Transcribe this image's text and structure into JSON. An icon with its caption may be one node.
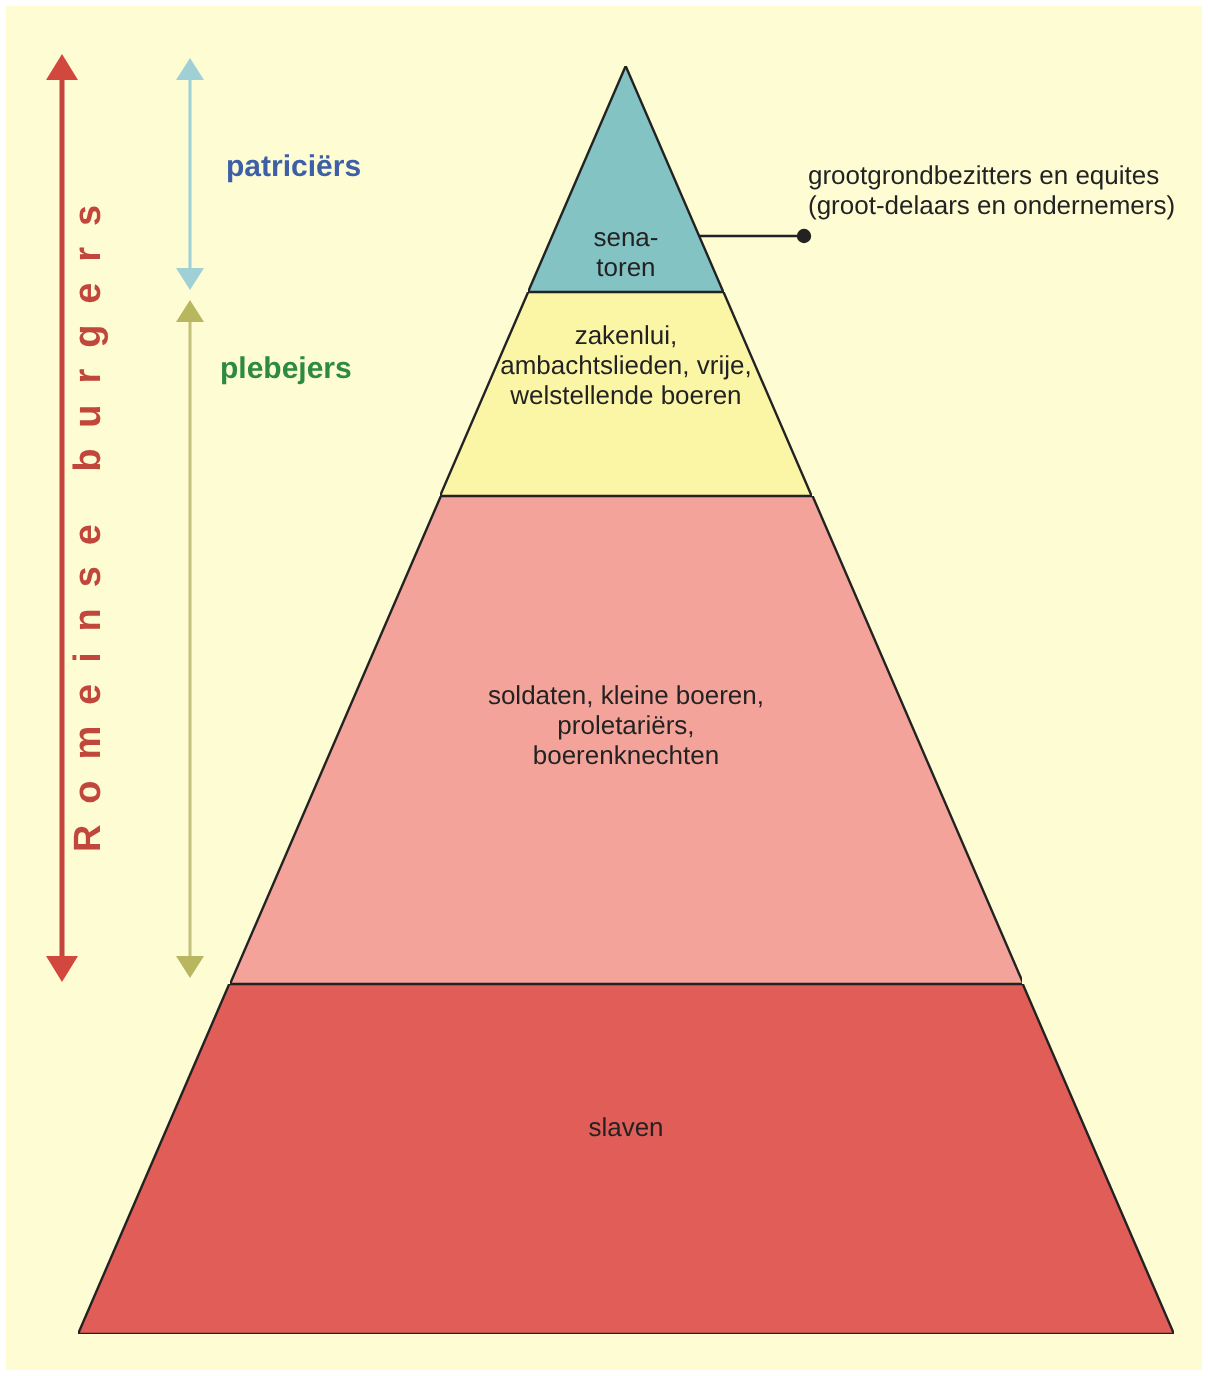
{
  "diagram": {
    "nodes": [
      {
        "text": [
          "sena-toren"
        ]
      },
      {
        "text": [
          "zakenlui, ambachtslieden, vrije, welstellende boeren"
        ]
      },
      {
        "text": [
          "soldaten, kleine boeren, proletariërs, boerenknechten"
        ]
      },
      {
        "text": [
          "slaven"
        ]
      },
      {
        "text": [
          "grootgrondbezitters en equites (groot-delaars en ondernemers)"
        ]
      }
    ],
    "edges": [
      {
        "from": 0,
        "to": 4,
        "arrow": "other"
      }
    ],
    "labels": [
      "Romeinse burgers",
      "patriciërs",
      "plebejers"
    ]
  }
}
